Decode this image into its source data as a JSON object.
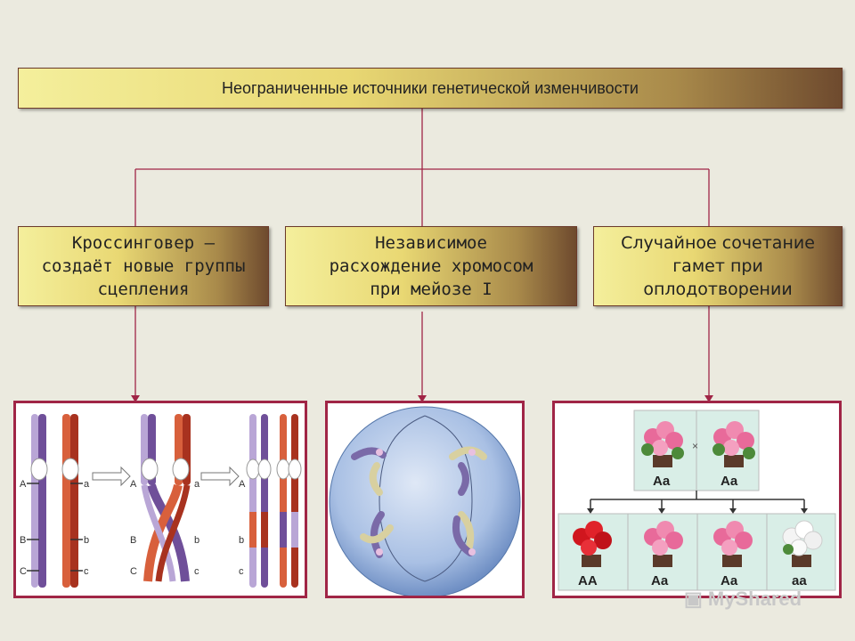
{
  "title": "Неограниченные источники генетической изменчивости",
  "sources": [
    {
      "line1": "Кроссинговер –",
      "line2": "создаёт новые группы",
      "line3": "сцепления"
    },
    {
      "line1": "Независимое",
      "line2": "расхождение хромосом",
      "line3": "при мейозе I"
    },
    {
      "line1": "Случайное сочетание",
      "line2": "гамет при",
      "line3": "оплодотворении"
    }
  ],
  "crossover_labels": {
    "A": "A",
    "a": "a",
    "B": "B",
    "b": "b",
    "C": "C",
    "c": "c"
  },
  "parents": {
    "left": "Aa",
    "right": "Aa",
    "cross": "×"
  },
  "offspring": [
    "AA",
    "Aa",
    "Aa",
    "aa"
  ],
  "watermark": "MyShared",
  "colors": {
    "connector": "#a02546",
    "panel_border": "#a02546",
    "purple": "#7d5fa8",
    "red": "#c4452b"
  }
}
